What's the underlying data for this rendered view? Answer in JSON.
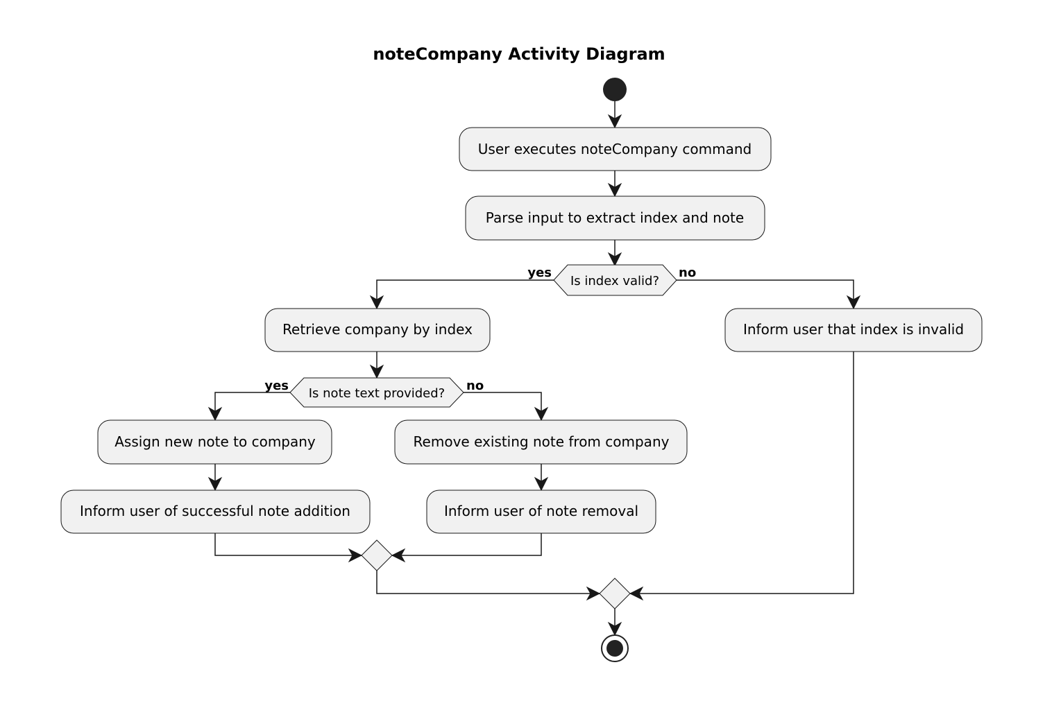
{
  "title": "noteCompany Activity Diagram",
  "activities": {
    "execute_command": "User executes noteCompany command",
    "parse_input": "Parse input to extract index and note",
    "retrieve_company": "Retrieve company by index",
    "inform_invalid": "Inform user that index is invalid",
    "assign_note": "Assign new note to company",
    "remove_note": "Remove existing note from company",
    "inform_addition": "Inform user of successful note addition",
    "inform_removal": "Inform user of note removal"
  },
  "decisions": {
    "index_valid": {
      "question": "Is index valid?",
      "yes_label": "yes",
      "no_label": "no"
    },
    "note_provided": {
      "question": "Is note text provided?",
      "yes_label": "yes",
      "no_label": "no"
    }
  },
  "colors": {
    "node_fill": "#f1f1f1",
    "stroke": "#181818",
    "start_end": "#222222"
  }
}
